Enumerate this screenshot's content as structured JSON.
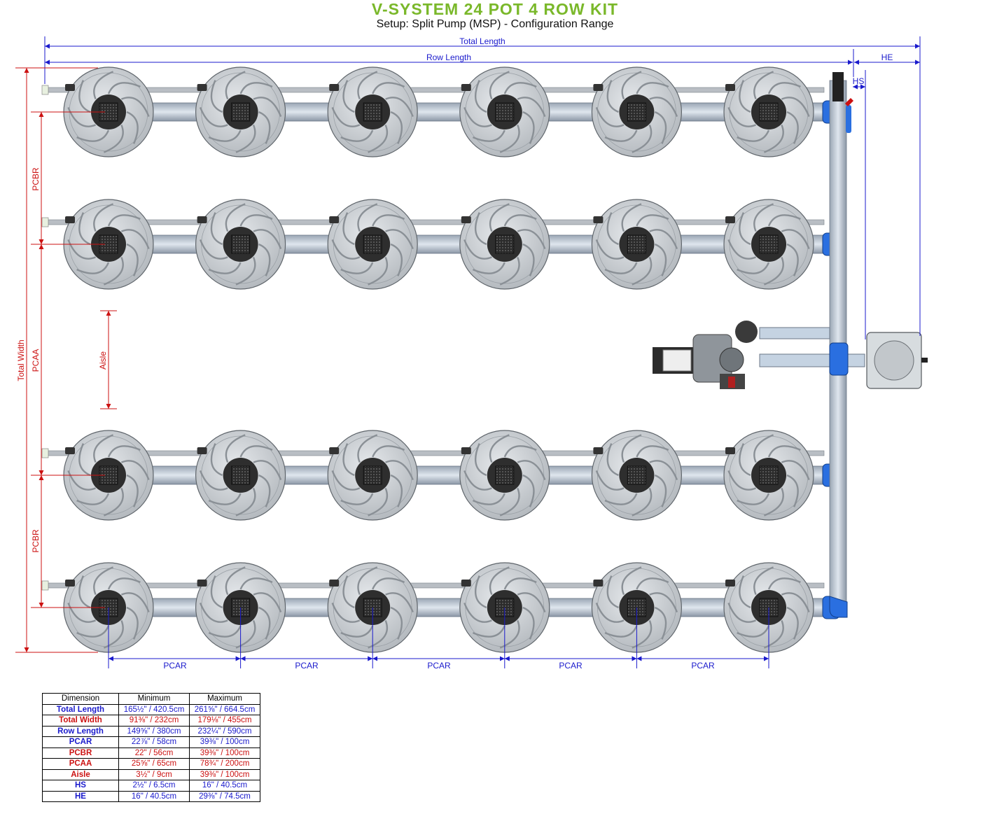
{
  "header": {
    "title": "V-SYSTEM 24 POT 4 ROW KIT",
    "subtitle": "Setup: Split Pump (MSP) - Configuration Range"
  },
  "dimension_labels": {
    "total_length": "Total Length",
    "row_length": "Row Length",
    "he": "HE",
    "hs": "HS",
    "total_width": "Total Width",
    "pcbr": "PCBR",
    "pcaa": "PCAA",
    "aisle": "Aisle",
    "pcar": "PCAR"
  },
  "layout": {
    "rows": 4,
    "pots_per_row": 6
  },
  "colors": {
    "title_green": "#7ab82a",
    "length_blue": "#1a1acc",
    "width_red": "#cc1111",
    "pipe_blue": "#2a6fe0",
    "pot_gray": "#c4c8cc"
  },
  "table": {
    "headers": [
      "Dimension",
      "Minimum",
      "Maximum"
    ],
    "rows": [
      {
        "name": "Total Length",
        "min": "165½\" / 420.5cm",
        "max": "261⅝\" / 664.5cm",
        "color": "#1a1acc"
      },
      {
        "name": "Total Width",
        "min": "91⅜\" / 232cm",
        "max": "179⅛\" / 455cm",
        "color": "#cc1111"
      },
      {
        "name": "Row Length",
        "min": "149⅝\" / 380cm",
        "max": "232¼\" / 590cm",
        "color": "#1a1acc"
      },
      {
        "name": "PCAR",
        "min": "22⅞\" / 58cm",
        "max": "39⅜\" / 100cm",
        "color": "#1a1acc"
      },
      {
        "name": "PCBR",
        "min": "22\" / 56cm",
        "max": "39⅜\" / 100cm",
        "color": "#cc1111"
      },
      {
        "name": "PCAA",
        "min": "25⅝\" / 65cm",
        "max": "78¾\" / 200cm",
        "color": "#cc1111"
      },
      {
        "name": "Aisle",
        "min": "3½\" / 9cm",
        "max": "39⅜\" / 100cm",
        "color": "#cc1111"
      },
      {
        "name": "HS",
        "min": "2½\" / 6.5cm",
        "max": "16\" / 40.5cm",
        "color": "#1a1acc"
      },
      {
        "name": "HE",
        "min": "16\" / 40.5cm",
        "max": "29⅜\" / 74.5cm",
        "color": "#1a1acc"
      }
    ]
  }
}
